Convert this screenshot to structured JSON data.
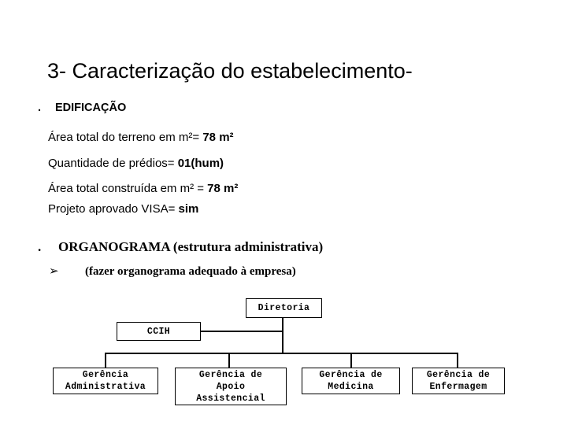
{
  "slide": {
    "title": "3- Caracterização do estabelecimento-",
    "background_color": "#ffffff",
    "text_color": "#000000"
  },
  "edificacao": {
    "bullet_marker": ".",
    "heading": "EDIFICAÇÃO",
    "lines": [
      {
        "label": "Área total do terreno em m²= ",
        "value": "78 m²"
      },
      {
        "label": "Quantidade de prédios= ",
        "value": "01(hum)"
      },
      {
        "label": "Área total construída em m² = ",
        "value": "78 m²"
      },
      {
        "label": "Projeto aprovado VISA= ",
        "value": "sim"
      }
    ]
  },
  "organograma": {
    "bullet_marker": ".",
    "heading": "ORGANOGRAMA (estrutura administrativa)",
    "arrow_marker": "➢",
    "subtitle": "(fazer organograma adequado à empresa)"
  },
  "chart_data": {
    "type": "diagram",
    "title": "Organograma",
    "nodes": [
      {
        "id": "diretoria",
        "label": "Diretoria",
        "level": 0
      },
      {
        "id": "ccih",
        "label": "CCIH",
        "level": 1
      },
      {
        "id": "gerencia-administrativa",
        "label": "Gerência\nAdministrativa",
        "level": 2
      },
      {
        "id": "gerencia-apoio-assistencial",
        "label": "Gerência de\nApoio\nAssistencial",
        "level": 2
      },
      {
        "id": "gerencia-medicina",
        "label": "Gerência de\nMedicina",
        "level": 2
      },
      {
        "id": "gerencia-enfermagem",
        "label": "Gerência de\nEnfermagem",
        "level": 2
      }
    ],
    "edges": [
      {
        "from": "diretoria",
        "to": "ccih"
      },
      {
        "from": "diretoria",
        "to": "gerencia-administrativa"
      },
      {
        "from": "diretoria",
        "to": "gerencia-apoio-assistencial"
      },
      {
        "from": "diretoria",
        "to": "gerencia-medicina"
      },
      {
        "from": "diretoria",
        "to": "gerencia-enfermagem"
      }
    ],
    "box_border_color": "#000000",
    "box_fill_color": "#ffffff"
  }
}
